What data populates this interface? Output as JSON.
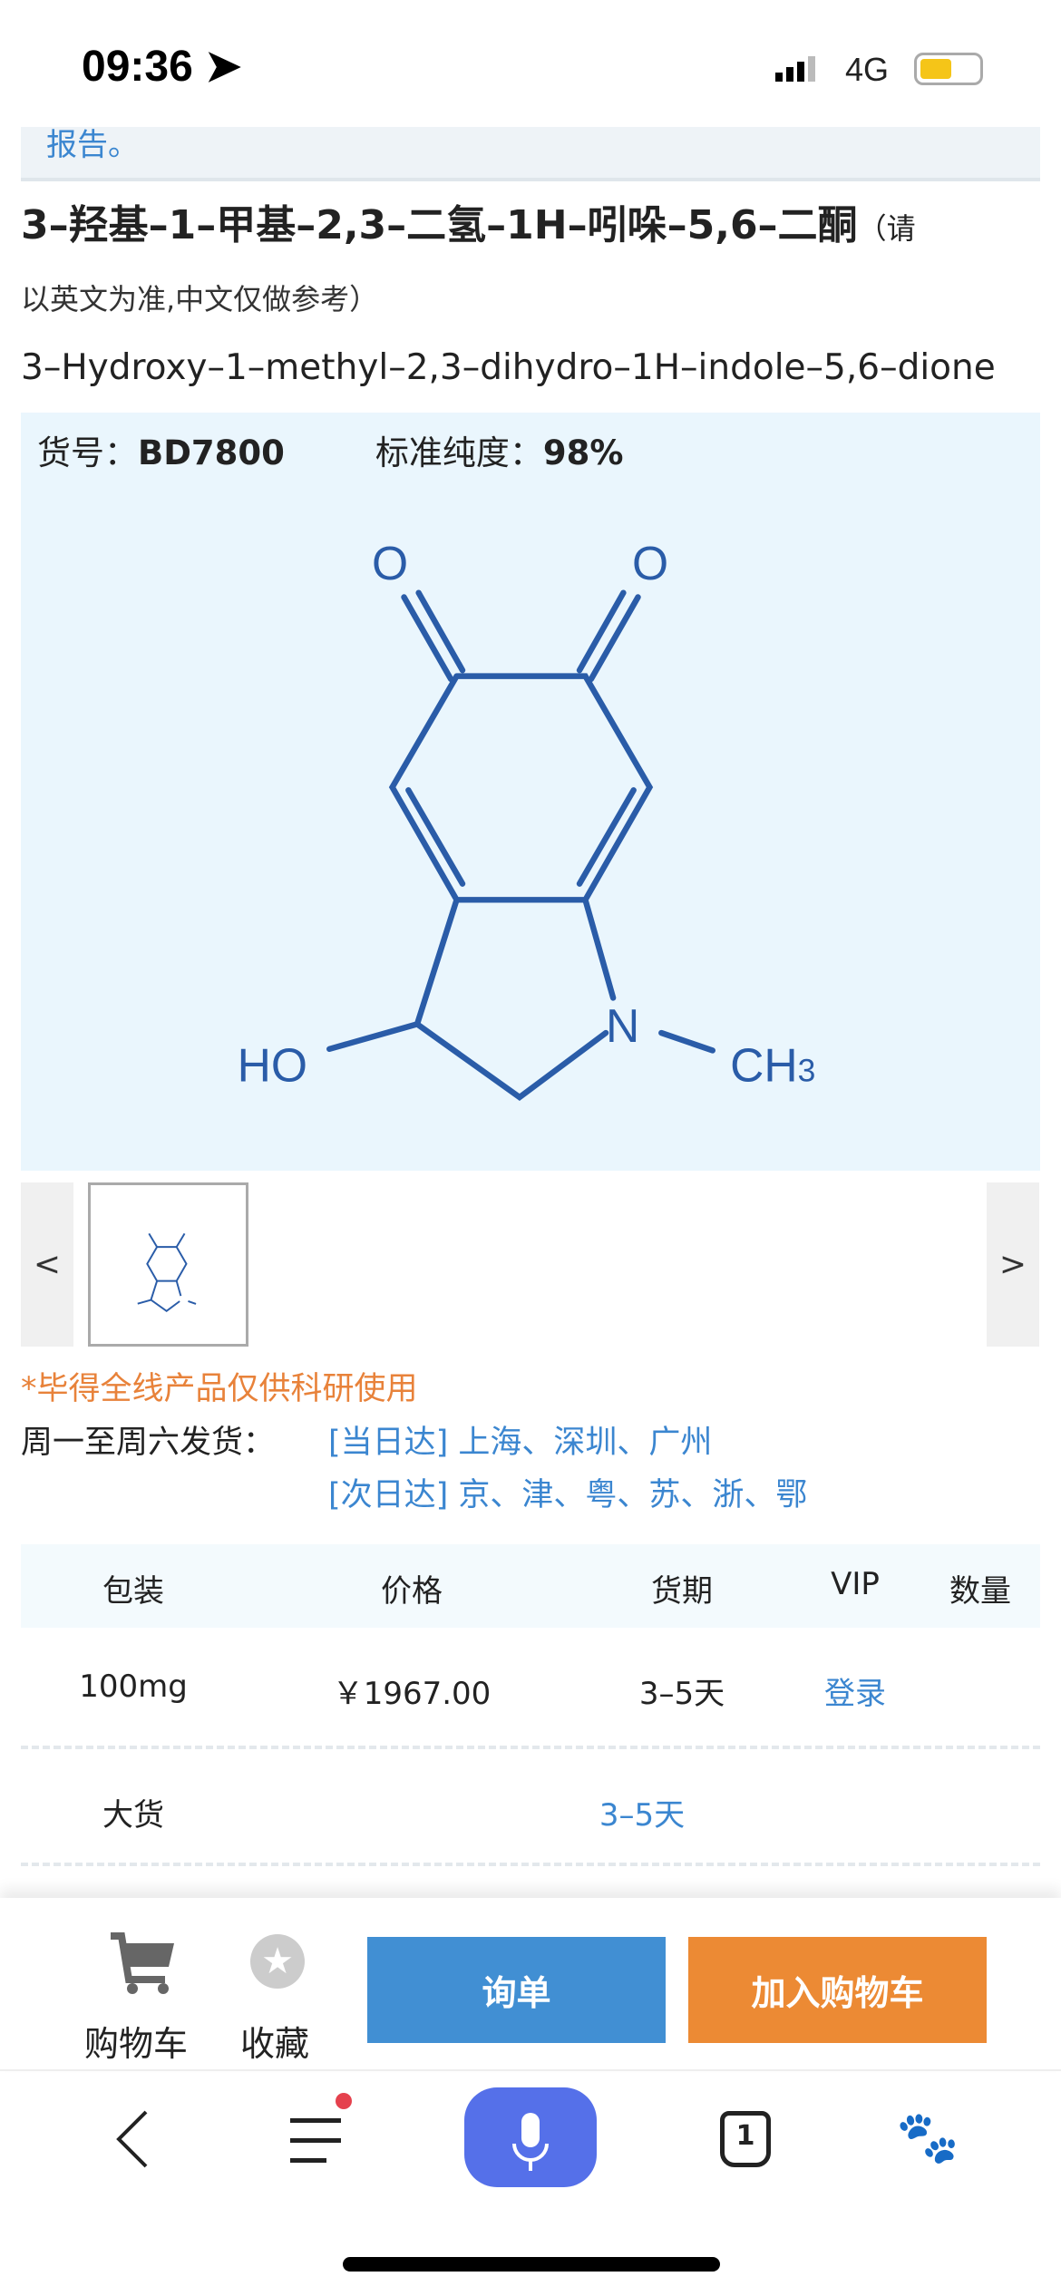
{
  "status_bar": {
    "time": "09:36",
    "network": "4G"
  },
  "notice": {
    "text": "报告。"
  },
  "product": {
    "cn_name": "3–羟基–1–甲基–2,3–二氢–1H–吲哚–5,6–二酮",
    "cn_note_start": "（请",
    "cn_note_end": "以英文为准,中文仅做参考）",
    "en_name": "3–Hydroxy–1–methyl–2,3–dihydro–1H–indole–5,6–dione",
    "sku_label": "货号：",
    "sku": "BD7800",
    "purity_label": "标准纯度：",
    "purity": "98%",
    "structure_labels": {
      "o1": "O",
      "o2": "O",
      "n": "N",
      "ho": "HO",
      "ch3": "CH",
      "ch3_sub": "3"
    }
  },
  "gallery": {
    "prev": "<",
    "next": ">"
  },
  "research_note": "*毕得全线产品仅供科研使用",
  "shipping": {
    "label": "周一至周六发货：",
    "same_day": "[当日达] 上海、深圳、广州",
    "next_day": "[次日达] 京、津、粤、苏、浙、鄂"
  },
  "table": {
    "headers": [
      "包装",
      "价格",
      "货期",
      "VIP",
      "数量"
    ],
    "rows": [
      {
        "package": "100mg",
        "price": "￥1967.00",
        "lead": "3–5天",
        "vip": "登录"
      }
    ],
    "bulk": {
      "package": "大货",
      "lead": "3–5天"
    }
  },
  "bottom": {
    "cart": "购物车",
    "favorite": "收藏",
    "inquiry": "询单",
    "add_cart": "加入购物车",
    "colors": {
      "inquiry": "#418fd3",
      "add_cart": "#ec8a34"
    }
  },
  "browser": {
    "icons": [
      "back-icon",
      "menu-icon",
      "mic-icon",
      "tab-count-icon",
      "baidu-paw-icon"
    ],
    "tab_count": "1",
    "mic_color": "#5570e9"
  }
}
